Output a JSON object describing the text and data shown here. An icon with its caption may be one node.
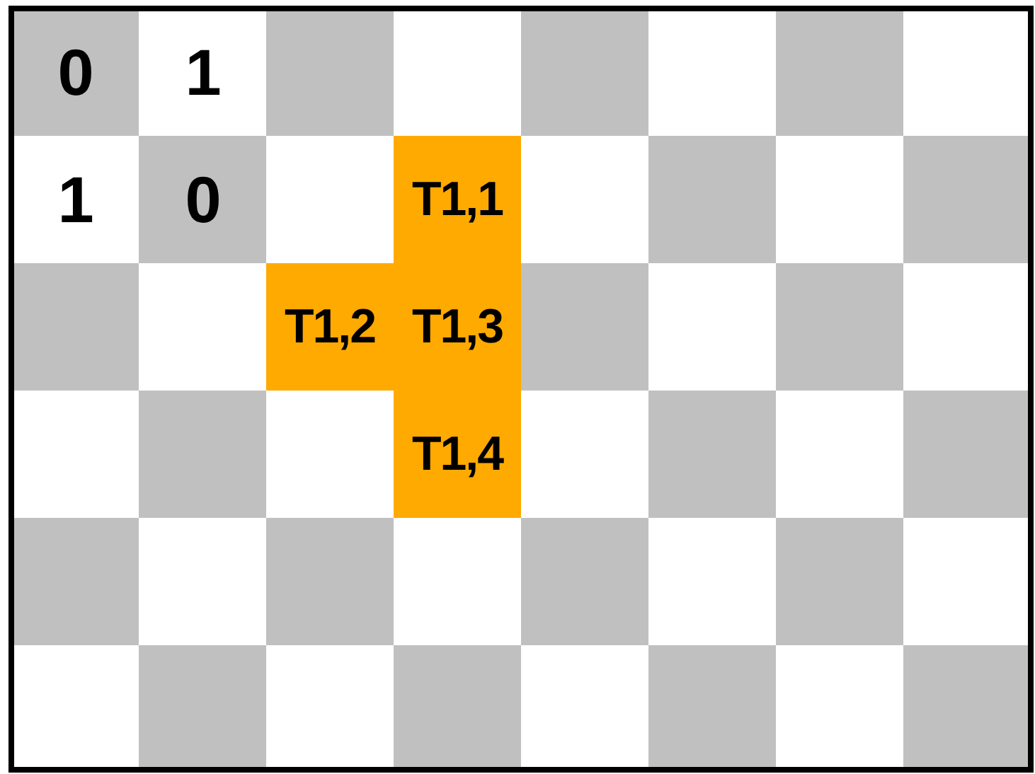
{
  "diagram": {
    "nodes": [
      {
        "text": [
          "0"
        ]
      },
      {
        "text": [
          "1"
        ]
      },
      {
        "text": [
          "1"
        ]
      },
      {
        "text": [
          "0"
        ]
      },
      {
        "text": [
          "T1,1"
        ]
      },
      {
        "text": [
          "T1,2"
        ]
      },
      {
        "text": [
          "T1,3"
        ]
      },
      {
        "text": [
          "T1,4"
        ]
      }
    ]
  }
}
